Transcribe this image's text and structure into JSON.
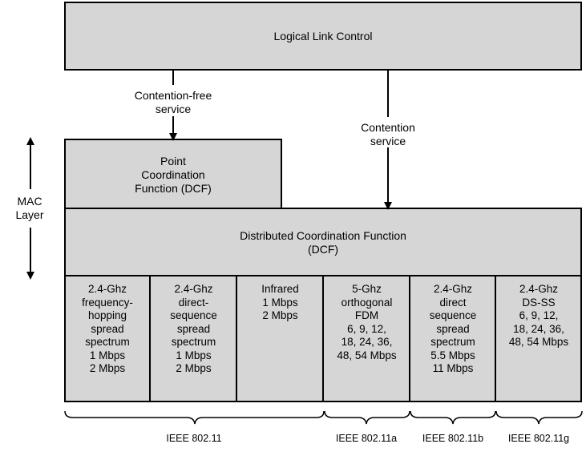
{
  "llc": {
    "label": "Logical Link Control"
  },
  "contention_free": {
    "label": "Contention-free\nservice"
  },
  "contention": {
    "label": "Contention\nservice"
  },
  "pcf": {
    "label": "Point\nCoordination\nFunction (DCF)"
  },
  "dcf": {
    "label": "Distributed Coordination Function\n(DCF)"
  },
  "mac_layer": {
    "label": "MAC\nLayer"
  },
  "phy_cells": [
    "2.4-Ghz\nfrequency-\nhopping\nspread\nspectrum\n1 Mbps\n2 Mbps",
    "2.4-Ghz\ndirect-\nsequence\nspread\nspectrum\n1 Mbps\n2 Mbps",
    "Infrared\n1 Mbps\n2 Mbps",
    "5-Ghz\northogonal\nFDM\n6, 9, 12,\n18, 24, 36,\n48, 54 Mbps",
    "2.4-Ghz\ndirect\nsequence\nspread\nspectrum\n5.5 Mbps\n11 Mbps",
    "2.4-Ghz\nDS-SS\n6, 9, 12,\n18, 24, 36,\n48, 54 Mbps"
  ],
  "standards": [
    "IEEE 802.11",
    "IEEE 802.11a",
    "IEEE 802.11b",
    "IEEE 802.11g"
  ]
}
